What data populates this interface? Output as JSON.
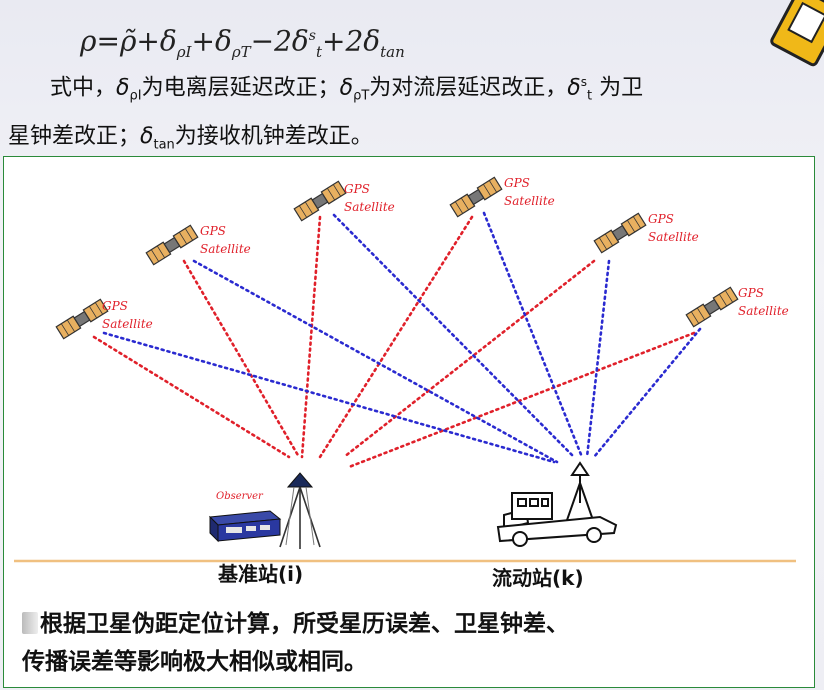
{
  "formula": {
    "rho": "ρ",
    "eq": "=",
    "rho_tilde": "ρ̃",
    "plus1": "+",
    "d1": "δ",
    "d1_sub": "ρI",
    "plus2": "+",
    "d2": "δ",
    "d2_sub": "ρT",
    "minus": "−",
    "c3": "2δ",
    "d3_sup": "s",
    "d3_sub": "t",
    "plus3": "+",
    "c4": "2δ",
    "d4_sub": "tan"
  },
  "description": {
    "p1_a": "式中，",
    "d_sym": "δ",
    "ion_sub": "ρI",
    "p1_b": "为电离层延迟改正；",
    "tro_sub": "ρT",
    "p1_c": "为对流层延迟改正，",
    "sat_sup": "s",
    "sat_sub": "t",
    "p1_d": " 为卫",
    "p2_a": "星钟差改正；",
    "tan_sub": "tan",
    "p2_b": "为接收机钟差改正。"
  },
  "diagram": {
    "satellite_label_line1": "GPS",
    "satellite_label_line2": "Satellite",
    "observer_label": "Observer",
    "base_station_label": "基准站(i)",
    "rover_station_label": "流动站(k)",
    "colors": {
      "red_ray": "#e0202a",
      "blue_ray": "#2a2ad0",
      "satellite_body": "#e8b060",
      "satellite_outline": "#333333",
      "ground_line": "#f0c080",
      "panel_border": "#2a8a3a",
      "label_red": "#e0202a"
    }
  },
  "footer": {
    "line1": "根据卫星伪距定位计算，所受星历误差、卫星钟差、",
    "line2": "传播误差等影响极大相似或相同。"
  }
}
